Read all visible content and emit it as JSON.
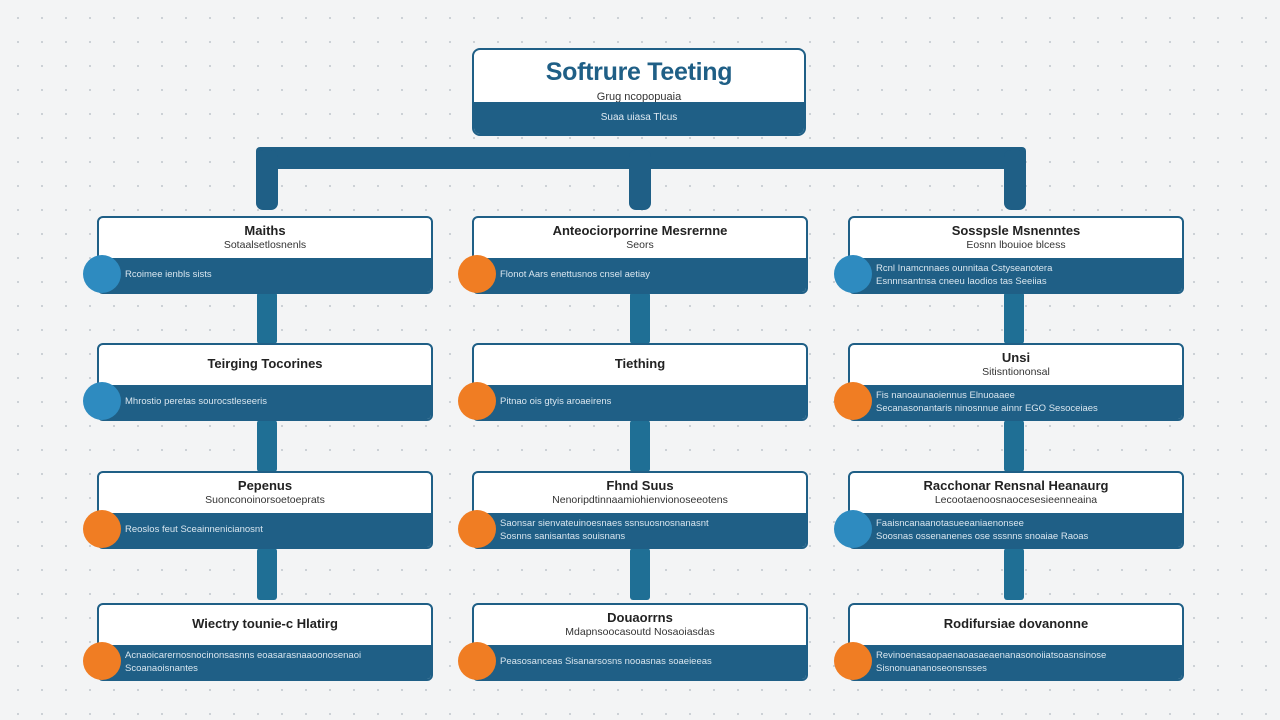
{
  "diagram": {
    "root": {
      "title": "Softrure Teeting",
      "subtitle": "Grug ncopopuaia",
      "band_text": "Suaa uiasa Tlcus"
    },
    "colors": {
      "primary": "#1f5f86",
      "accent_blue": "#2e8bc0",
      "accent_orange": "#f07d23",
      "background": "#f3f4f5"
    },
    "nodes": [
      {
        "title": "Maiths",
        "subtitle": "Sotaalsetlosnenls",
        "lines": [
          "Rcoimee ienbls sists"
        ],
        "dot": "blue"
      },
      {
        "title": "Anteociorporrine Mesrernne",
        "subtitle": "Seors",
        "lines": [
          "Flonot Aars enettusnos cnsel aetiay"
        ],
        "dot": "orange"
      },
      {
        "title": "Sosspsle Msnenntes",
        "subtitle": "Eosnn lbouioe blcess",
        "lines": [
          "Rcnl Inamcnnaes ounnitaa Cstyseanotera",
          "Esnnnsantnsa cneeu laodios tas Seeiias"
        ],
        "dot": "blue"
      },
      {
        "title": "Teirging Tocorines",
        "subtitle": "",
        "lines": [
          "Mhrostio peretas sourocstleseeris"
        ],
        "dot": "blue"
      },
      {
        "title": "Tiething",
        "subtitle": "",
        "lines": [
          "Pitnao ois gtyis aroaeirens"
        ],
        "dot": "orange"
      },
      {
        "title": "Unsi",
        "subtitle": "Sitisntiononsal",
        "lines": [
          "Fis nanoaunaoiennus Elnuoaaee",
          "Secanasonantaris ninosnnue ainnr EGO Sesoceiaes"
        ],
        "dot": "orange"
      },
      {
        "title": "Pepenus",
        "subtitle": "Suonconoinorsoetoeprats",
        "lines": [
          "Reoslos feut Sceainnenicianosnt"
        ],
        "dot": "orange"
      },
      {
        "title": "Fhnd Suus",
        "subtitle": "Nenoripdtinnaamiohienvionoseeotens",
        "lines": [
          "Saonsar sienvateuinoesnaes ssnsuosnosnanasnt",
          "Sosnns sanisantas souisnans"
        ],
        "dot": "orange"
      },
      {
        "title": "Racchonar Rensnal Heanaurg",
        "subtitle": "Lecootaenoosnaocesesieenneaina",
        "lines": [
          "Faaisncanaanotasueeaniaenonsee",
          "Soosnas ossenanenes ose sssnns snoaiae Raoas"
        ],
        "dot": "blue"
      },
      {
        "title": "Wiectry tounie-c Hlatirg",
        "subtitle": "",
        "lines": [
          "Acnaoicarernosnocinonsasnns eoasarasnaaoonosenaoi",
          "Scoanaoisnantes"
        ],
        "dot": "orange"
      },
      {
        "title": "Douaorrns",
        "subtitle": "Mdapnsoocasoutd Nosaoiasdas",
        "lines": [
          "Peasosanceas Sisanarsosns nooasnas soaeieeas"
        ],
        "dot": "orange"
      },
      {
        "title": "Rodifursiae dovanonne",
        "subtitle": "",
        "lines": [
          "Revinoenasaopaenaoasaeaenanasonoiiatsoasnsinose",
          "Sisnonuananoseonsnsses"
        ],
        "dot": "orange"
      }
    ]
  }
}
